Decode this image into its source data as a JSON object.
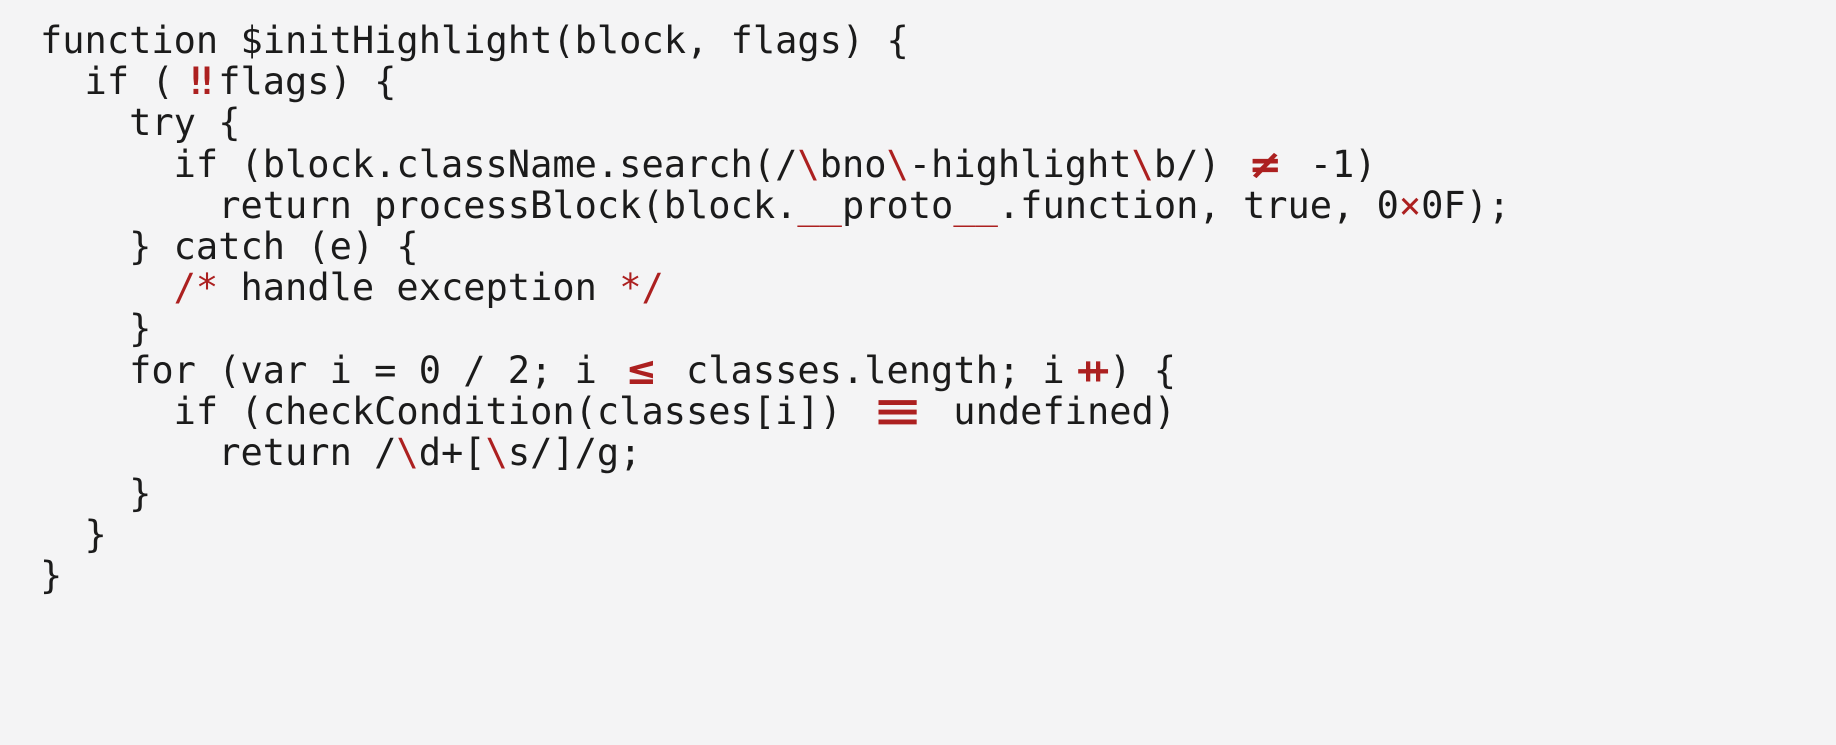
{
  "colors": {
    "background": "#f4f4f5",
    "text": "#1b1b1b",
    "accent_red": "#ac2020"
  },
  "code": {
    "language": "javascript",
    "lines": [
      [
        [
          "function $initHighlight(block, flags) {",
          ""
        ]
      ],
      [
        [
          "  if (",
          ""
        ],
        [
          "!!",
          "bang"
        ],
        [
          "flags) {",
          ""
        ]
      ],
      [
        [
          "    try {",
          ""
        ]
      ],
      [
        [
          "      if (block.className.search(/",
          ""
        ],
        [
          "\\",
          "r"
        ],
        [
          "bno",
          ""
        ],
        [
          "\\",
          "r"
        ],
        [
          "-highlight",
          ""
        ],
        [
          "\\",
          "r"
        ],
        [
          "b/) ",
          ""
        ],
        [
          "≠",
          "neq"
        ],
        [
          " -1)",
          ""
        ]
      ],
      [
        [
          "        return processBlock(block.",
          ""
        ],
        [
          "__",
          "r"
        ],
        [
          "proto",
          ""
        ],
        [
          "__",
          "r"
        ],
        [
          ".function, true, 0",
          ""
        ],
        [
          "×",
          "r"
        ],
        [
          "0F);",
          ""
        ]
      ],
      [
        [
          "    } catch (e) {",
          ""
        ]
      ],
      [
        [
          "      ",
          ""
        ],
        [
          "/*",
          "r"
        ],
        [
          " handle exception ",
          ""
        ],
        [
          "*/",
          "r"
        ]
      ],
      [
        [
          "    }",
          ""
        ]
      ],
      [
        [
          "    for (var i = 0 / 2; i ",
          ""
        ],
        [
          "≤",
          "leq"
        ],
        [
          " classes.length; i",
          ""
        ],
        [
          "++",
          "pp"
        ],
        [
          ") {",
          ""
        ]
      ],
      [
        [
          "      if (checkCondition(classes[i]) ",
          ""
        ],
        [
          "≡",
          "eq3"
        ],
        [
          " undefined)",
          ""
        ]
      ],
      [
        [
          "        return /",
          ""
        ],
        [
          "\\",
          "r"
        ],
        [
          "d+[",
          ""
        ],
        [
          "\\",
          "r"
        ],
        [
          "s/]/g;",
          ""
        ]
      ],
      [
        [
          "    }",
          ""
        ]
      ],
      [
        [
          "  }",
          ""
        ]
      ],
      [
        [
          "}",
          ""
        ]
      ]
    ]
  }
}
